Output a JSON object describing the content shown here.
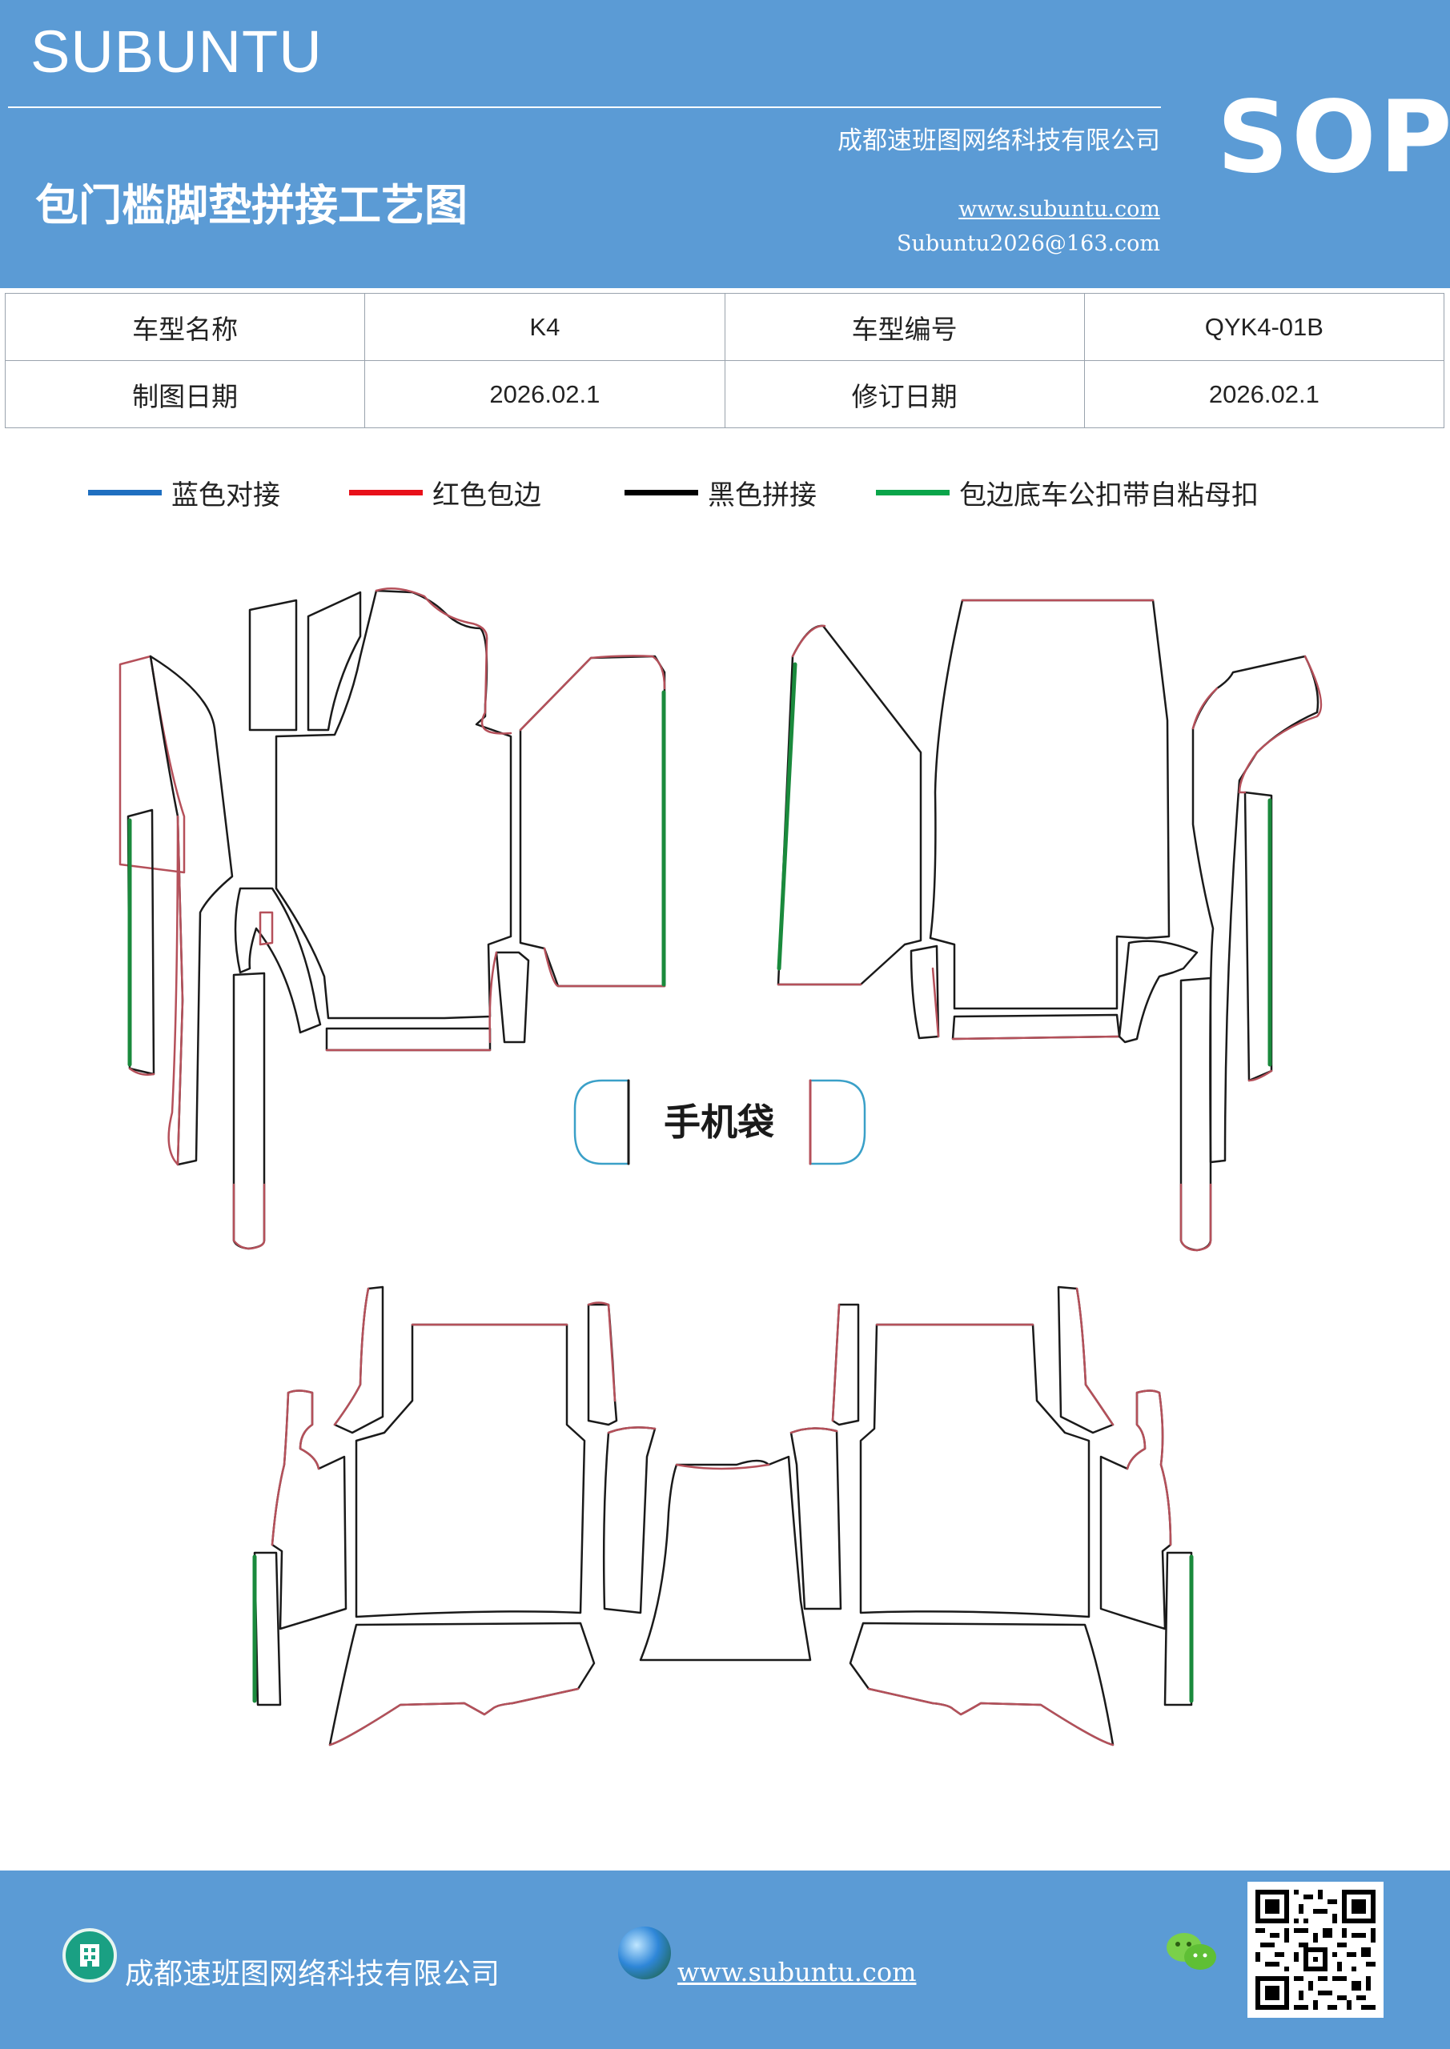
{
  "header": {
    "brand": "SUBUNTU",
    "sop": "SOP",
    "company": "成都速班图网络科技有限公司",
    "title": "包门槛脚垫拼接工艺图",
    "website": "www.subuntu.com",
    "email": "Subuntu2026@163.com"
  },
  "info": {
    "model_name_label": "车型名称",
    "model_name": "K4",
    "model_code_label": "车型编号",
    "model_code": "QYK4-01B",
    "draw_date_label": "制图日期",
    "draw_date": "2026.02.1",
    "revise_date_label": "修订日期",
    "revise_date": "2026.02.1"
  },
  "legend": [
    {
      "label": "蓝色对接",
      "color": "#1f6fc0"
    },
    {
      "label": "红色包边",
      "color": "#e8101a"
    },
    {
      "label": "黑色拼接",
      "color": "#000000"
    },
    {
      "label": "包边底车公扣带自粘母扣",
      "color": "#0aa54a"
    }
  ],
  "drawing": {
    "phone_bag_label": "手机袋",
    "colors": {
      "red_edge": "#b5505a",
      "black_seam": "#1a1a1a",
      "green_strip": "#1a8a3c",
      "blue_joint": "#3aa0c8"
    }
  },
  "footer": {
    "company": "成都速班图网络科技有限公司",
    "website": "www.subuntu.com",
    "company_icon": "building-icon",
    "web_icon": "globe-icon",
    "wechat_icon": "wechat-icon",
    "qr": "qr-code"
  }
}
